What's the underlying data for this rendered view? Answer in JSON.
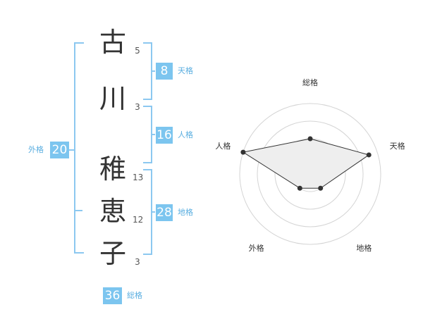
{
  "name": {
    "characters": [
      {
        "char": "古",
        "strokes": "5"
      },
      {
        "char": "川",
        "strokes": "3"
      },
      {
        "char": "稚",
        "strokes": "13"
      },
      {
        "char": "恵",
        "strokes": "12"
      },
      {
        "char": "子",
        "strokes": "3"
      }
    ]
  },
  "kakusu": {
    "tenkaku": {
      "value": "8",
      "label": "天格"
    },
    "jinkaku": {
      "value": "16",
      "label": "人格"
    },
    "chikaku": {
      "value": "28",
      "label": "地格"
    },
    "gaikaku": {
      "value": "20",
      "label": "外格"
    },
    "soukaku": {
      "value": "36",
      "label": "総格"
    }
  },
  "colors": {
    "accent": "#7cc5ef",
    "bracket": "#8cc8f0",
    "fill": "#eeeeee",
    "line": "#333333"
  },
  "chart_data": {
    "type": "radar",
    "axes": [
      "総格",
      "天格",
      "地格",
      "外格",
      "人格"
    ],
    "max": 4,
    "values": [
      2,
      3.5,
      1,
      1,
      4
    ]
  }
}
